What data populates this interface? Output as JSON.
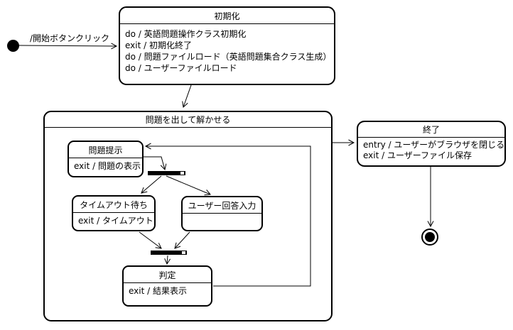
{
  "diagram": {
    "type": "uml-state-diagram",
    "colors": {
      "stroke": "#000000",
      "fill": "#ffffff"
    },
    "transitions": {
      "start_label": "/開始ボタンクリック"
    },
    "states": {
      "init": {
        "title": "初期化",
        "lines": [
          "do / 英語問題操作クラス初期化",
          "exit / 初期化終了",
          "do / 問題ファイルロード（英語問題集合クラス生成）",
          "do / ユーザーファイルロード"
        ]
      },
      "quiz": {
        "title": "問題を出して解かせる"
      },
      "present": {
        "title": "問題提示",
        "lines": [
          "exit / 問題の表示"
        ]
      },
      "timeout": {
        "title": "タイムアウト待ち",
        "lines": [
          "exit / タイムアウト"
        ]
      },
      "answer": {
        "title": "ユーザー回答入力",
        "lines": []
      },
      "judge": {
        "title": "判定",
        "lines": [
          "exit / 結果表示"
        ]
      },
      "end": {
        "title": "終了",
        "lines": [
          "entry / ユーザーがブラウザを閉じる",
          "exit / ユーザーファイル保存"
        ]
      }
    }
  }
}
